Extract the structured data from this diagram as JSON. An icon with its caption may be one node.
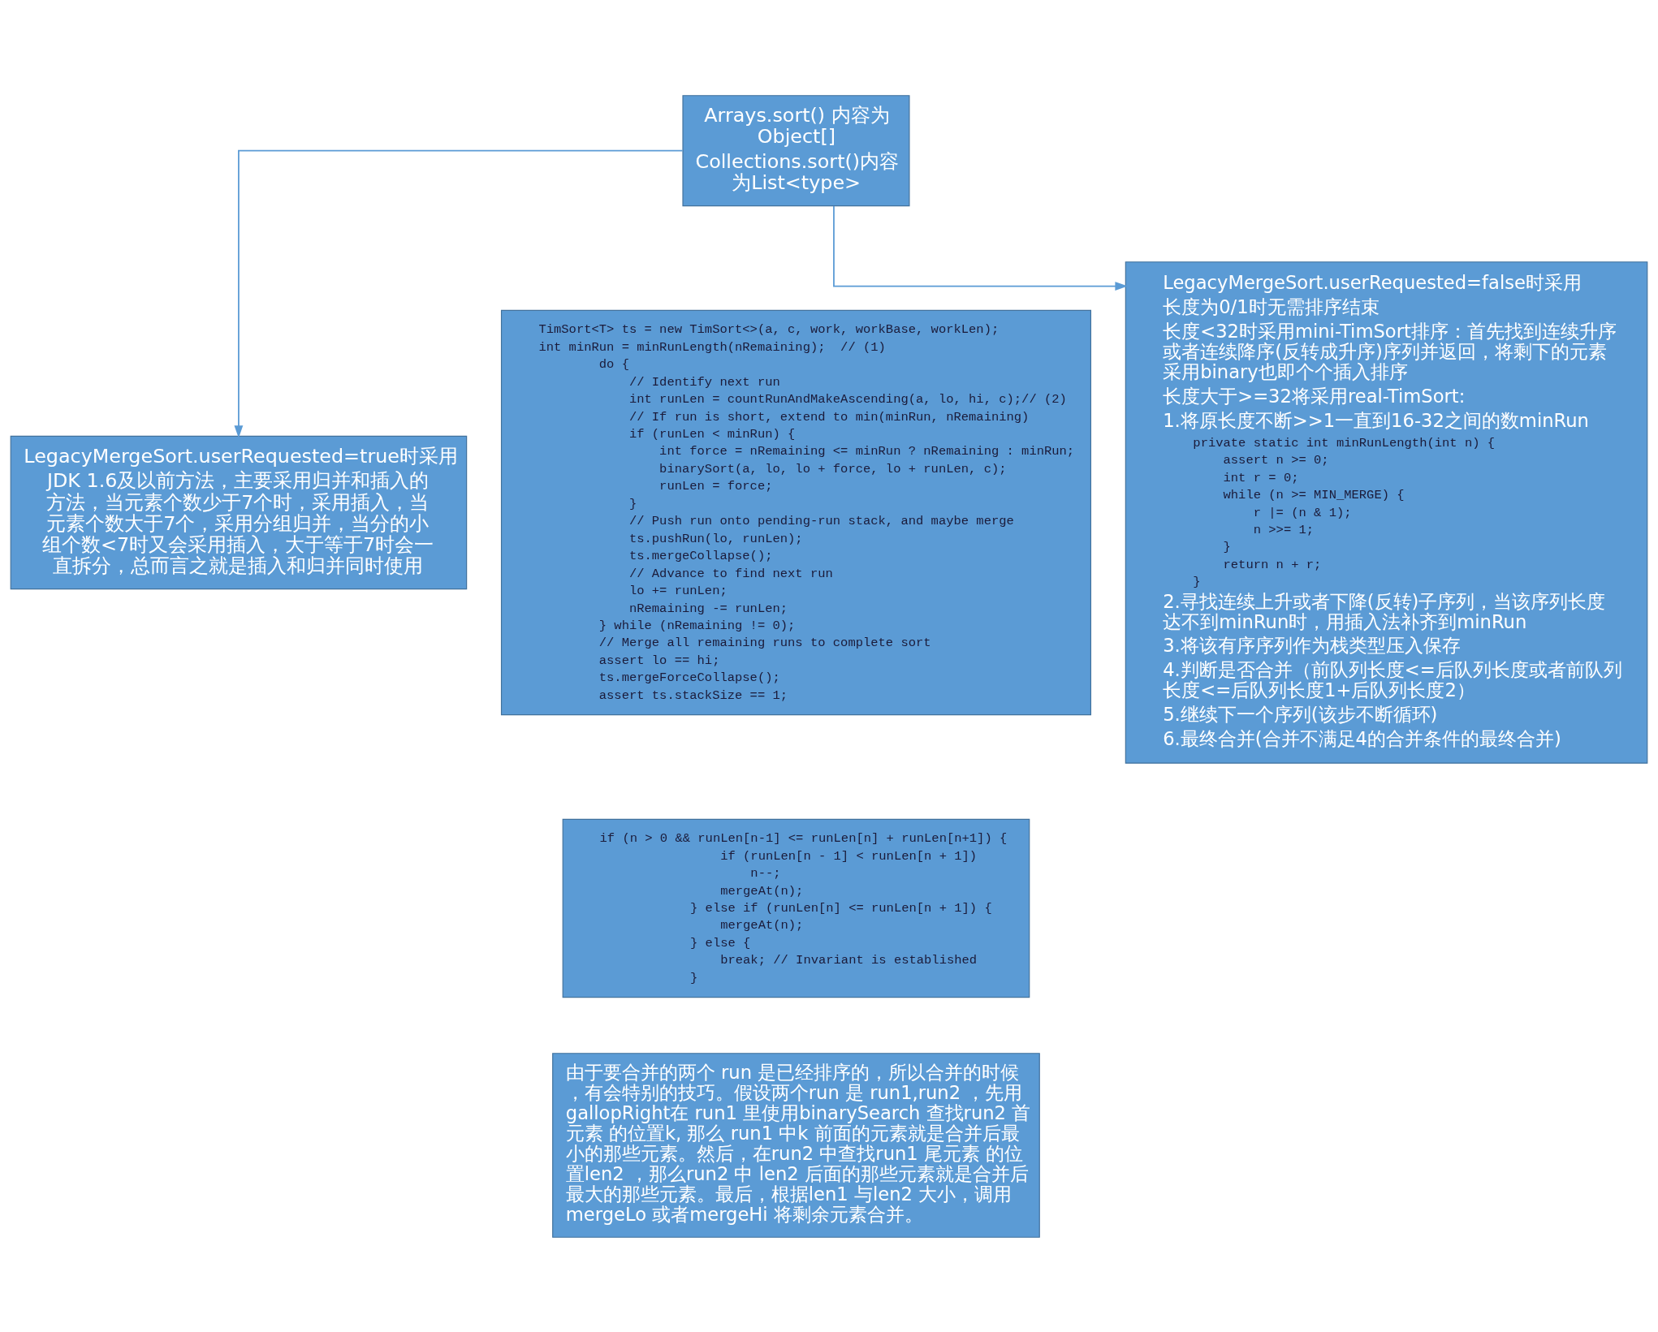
{
  "diagram": {
    "nodes": [
      {
        "text": [
          "Arrays.sort() 内容为Object[]",
          "Collections.sort()内容为List<type>"
        ]
      },
      {
        "text": [
          "LegacyMergeSort.userRequested=true时采用",
          "JDK 1.6及以前方法，主要采用归并和插入的方法，当元素个数少于7个时，采用插入，当元素个数大于7个，采用分组归并，当分的小组个数<7时又会采用插入，大于等于7时会一直拆分，总而言之就是插入和归并同时使用"
        ]
      },
      {
        "text": [
          "TimSort<T> ts = new TimSort<>(a, c, work, workBase, workLen);",
          "int minRun = minRunLength(nRemaining);  // (1)",
          "        do {",
          "            // Identify next run",
          "            int runLen = countRunAndMakeAscending(a, lo, hi, c);// (2)",
          "            // If run is short, extend to min(minRun, nRemaining)",
          "            if (runLen < minRun) {",
          "                int force = nRemaining <= minRun ? nRemaining : minRun;",
          "                binarySort(a, lo, lo + force, lo + runLen, c);",
          "                runLen = force;",
          "            }",
          "            // Push run onto pending-run stack, and maybe merge",
          "            ts.pushRun(lo, runLen);",
          "            ts.mergeCollapse();",
          "            // Advance to find next run",
          "            lo += runLen;",
          "            nRemaining -= runLen;",
          "        } while (nRemaining != 0);",
          "        // Merge all remaining runs to complete sort",
          "        assert lo == hi;",
          "        ts.mergeForceCollapse();",
          "        assert ts.stackSize == 1;"
        ]
      },
      {
        "text": [
          "LegacyMergeSort.userRequested=false时采用",
          "长度为0/1时无需排序结束",
          "长度<32时采用mini-TimSort排序：首先找到连续升序或者连续降序(反转成升序)序列并返回，将剩下的元素采用binary也即个个插入排序",
          "长度大于>=32将采用real-TimSort:",
          "1.将原长度不断>>1一直到16-32之间的数minRun",
          "    private static int minRunLength(int n) {",
          "        assert n >= 0;",
          "        int r = 0;",
          "        while (n >= MIN_MERGE) {",
          "            r |= (n & 1);",
          "            n >>= 1;",
          "        }",
          "        return n + r;",
          "    }",
          "2.寻找连续上升或者下降(反转)子序列，当该序列长度达不到minRun时，用插入法补齐到minRun",
          "3.将该有序序列作为栈类型压入保存",
          "4.判断是否合并（前队列长度<=后队列长度或者前队列长度<=后队列长度1+后队列长度2）",
          "5.继续下一个序列(该步不断循环)",
          "6.最终合并(合并不满足4的合并条件的最终合并)"
        ]
      },
      {
        "text": [
          "if (n > 0 && runLen[n-1] <= runLen[n] + runLen[n+1]) {",
          "                if (runLen[n - 1] < runLen[n + 1])",
          "                    n--;",
          "                mergeAt(n);",
          "            } else if (runLen[n] <= runLen[n + 1]) {",
          "                mergeAt(n);",
          "            } else {",
          "                break; // Invariant is established",
          "            }"
        ]
      },
      {
        "text": [
          "由于要合并的两个 run 是已经排序的，所以合并的时候，有会特别的技巧。假设两个run 是 run1,run2 ，先用 gallopRight在 run1 里使用binarySearch 查找run2 首元素 的位置k, 那么 run1 中k 前面的元素就是合并后最小的那些元素。然后，在run2 中查找run1 尾元素 的位置len2 ，那么run2 中 len2 后面的那些元素就是合并后最大的那些元素。最后，根据len1 与len2 大小，调用mergeLo 或者mergeHi 将剩余元素合并。"
        ]
      }
    ],
    "edges": [
      {
        "from": 0,
        "to": 1,
        "arrow": "to"
      },
      {
        "from": 0,
        "to": 3,
        "arrow": "to"
      }
    ]
  }
}
